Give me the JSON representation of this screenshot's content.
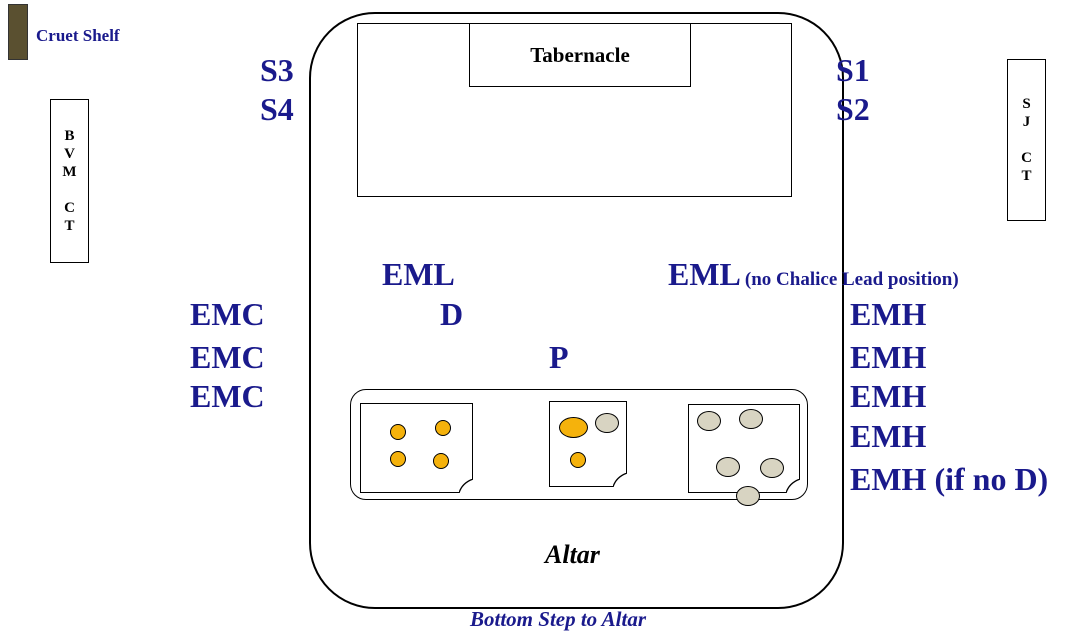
{
  "cruet_shelf": {
    "label": "Cruet Shelf",
    "color": "#5a5030"
  },
  "bvm_box": {
    "lines": [
      "B",
      "V",
      "M",
      "",
      "C",
      "T"
    ]
  },
  "sj_box": {
    "lines": [
      "S",
      "J",
      "",
      "C",
      "T"
    ]
  },
  "tabernacle": {
    "label": "Tabernacle"
  },
  "servers": {
    "s1": "S1",
    "s2": "S2",
    "s3": "S3",
    "s4": "S4"
  },
  "eml_left": "EML",
  "eml_right": {
    "label": "EML",
    "note": "(no Chalice Lead position)"
  },
  "deacon": "D",
  "priest": "P",
  "emc": [
    "EMC",
    "EMC",
    "EMC"
  ],
  "emh": [
    "EMH",
    "EMH",
    "EMH",
    "EMH",
    "EMH (if no D)"
  ],
  "altar": {
    "label": "Altar"
  },
  "bottom_step": "Bottom Step to Altar",
  "colors": {
    "text": "#1a1a8c",
    "chalice_fill": "#f5b20c",
    "host_fill": "#d8d4c2"
  }
}
